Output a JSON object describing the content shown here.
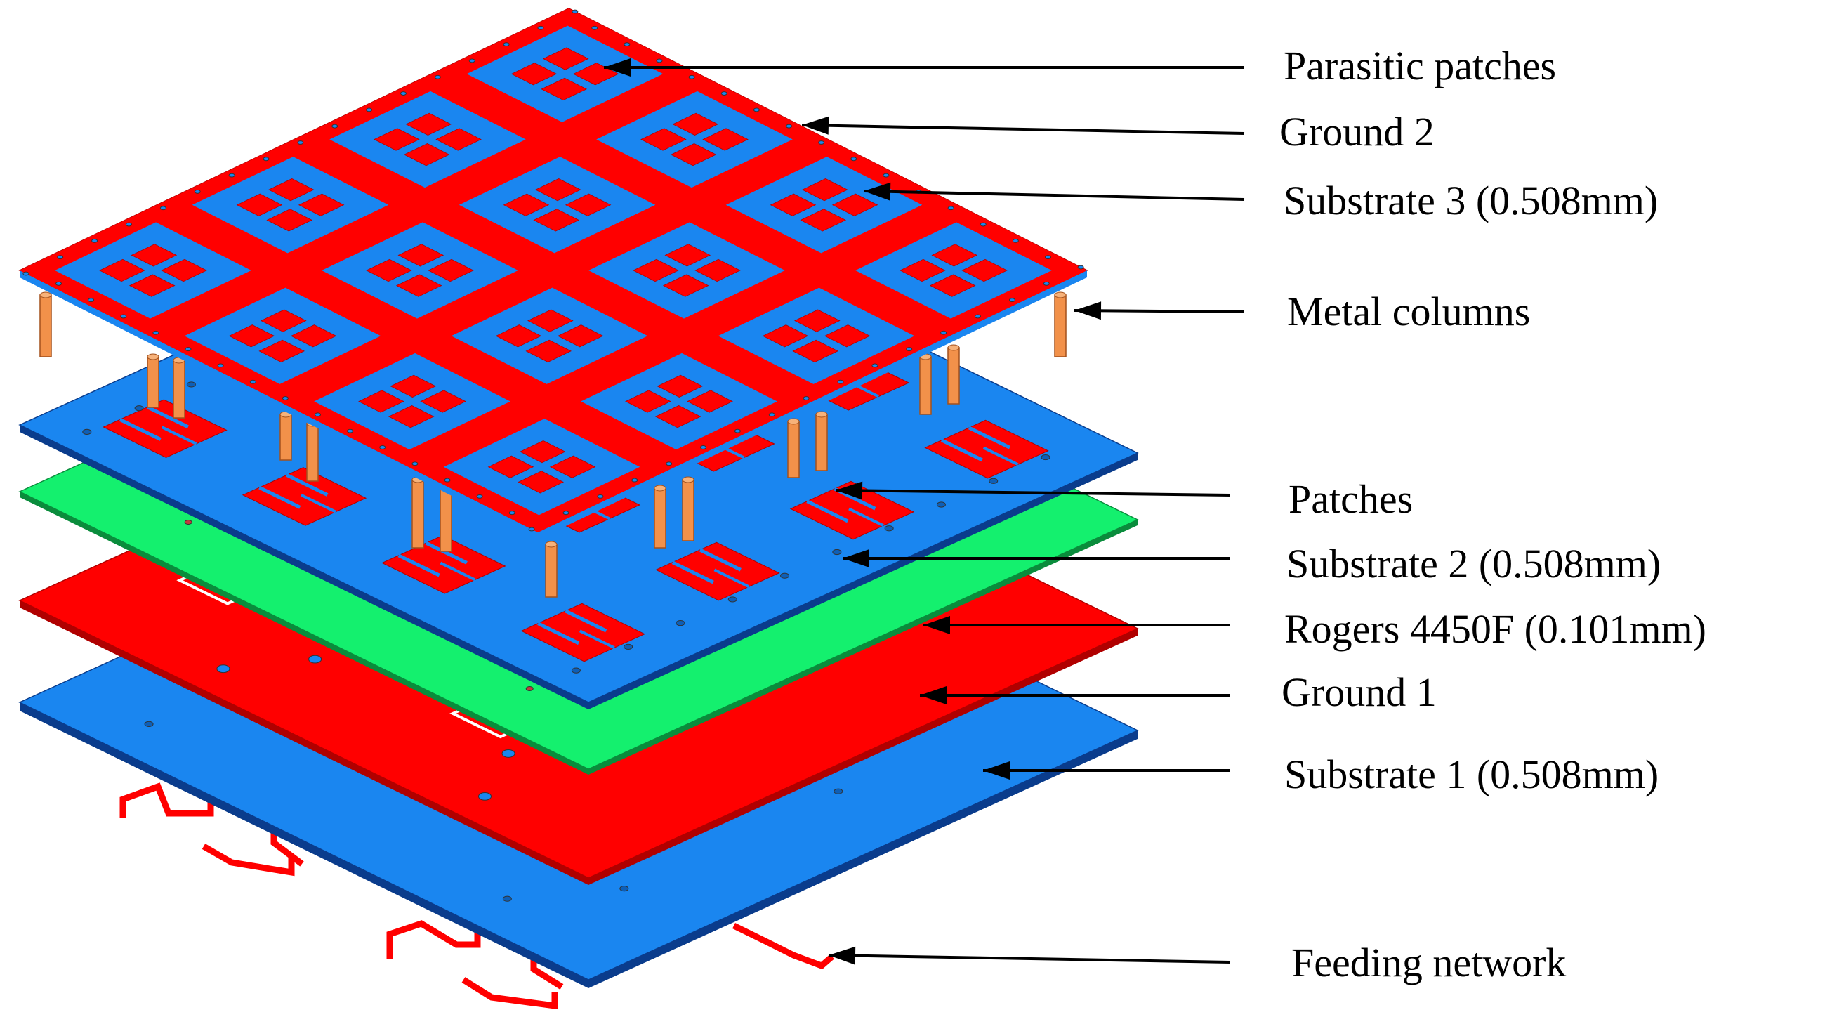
{
  "colors": {
    "copper": "#ff0000",
    "copper_edge": "#b00000",
    "substrate": "#1a86f0",
    "substrate_edge": "#0a3c8c",
    "bondply": "#14f06e",
    "bondply_edge": "#0a8c3c",
    "column": "#f2914a",
    "column_edge": "#a3501c",
    "arrow": "#000000"
  },
  "labels": [
    {
      "id": "parasitic-patches",
      "text": "Parasitic patches"
    },
    {
      "id": "ground-2",
      "text": "Ground 2"
    },
    {
      "id": "substrate-3",
      "text": "Substrate 3 (0.508mm)"
    },
    {
      "id": "metal-columns",
      "text": "Metal columns"
    },
    {
      "id": "patches",
      "text": "Patches"
    },
    {
      "id": "substrate-2",
      "text": "Substrate 2 (0.508mm)"
    },
    {
      "id": "rogers-4450f",
      "text": "Rogers 4450F (0.101mm)"
    },
    {
      "id": "ground-1",
      "text": "Ground 1"
    },
    {
      "id": "substrate-1",
      "text": "Substrate 1 (0.508mm)"
    },
    {
      "id": "feeding-network",
      "text": "Feeding network"
    }
  ]
}
